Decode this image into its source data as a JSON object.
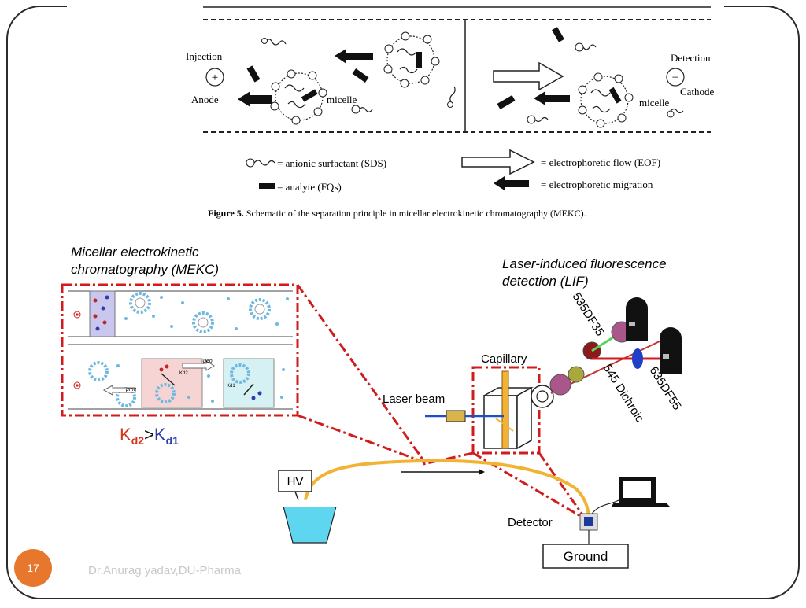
{
  "slide": {
    "page_number": "17",
    "footer_text": "Dr.Anurag yadav,DU-Pharma"
  },
  "figure5": {
    "caption_bold": "Figure 5.",
    "caption_text": " Schematic of the separation principle in micellar electrokinetic chromatography (MEKC).",
    "injection_label": "Injection",
    "anode_label": "Anode",
    "plus_sign": "+",
    "minus_sign": "−",
    "detection_label": "Detection",
    "cathode_label": "Cathode",
    "micelle_label_left": "micelle",
    "micelle_label_right": "micelle",
    "legend": {
      "surfactant": "= anionic surfactant (SDS)",
      "analyte": "= analyte (FQs)",
      "eof": "= electrophoretic flow (EOF)",
      "migration": "= electrophoretic migration"
    }
  },
  "mekc": {
    "title_line1": "Micellar electrokinetic",
    "title_line2": "chromatography (MEKC)",
    "mu_mc": "μmc",
    "mu_eo": "μeo",
    "kd2_small": "Kd2",
    "kd1_small": "Kd1",
    "kd_relation": {
      "kd2_main": "K",
      "kd2_sub": "d2",
      "gt": ">",
      "kd1_main": "K",
      "kd1_sub": "d1"
    }
  },
  "lif": {
    "title_line1": "Laser-induced fluorescence",
    "title_line2": "detection (LIF)",
    "capillary": "Capillary",
    "laser_beam": "Laser beam",
    "filter_535": "535DF35",
    "dichroic_545": "545 Dichroic",
    "filter_635": "635DF55"
  },
  "apparatus": {
    "hv": "HV",
    "detector": "Detector",
    "ground": "Ground"
  },
  "colors": {
    "frame": "#2b2b2b",
    "badge": "#e8772e",
    "dash_red": "#d01c1c",
    "capillary_orange": "#f2b233",
    "buffer_blue": "#5ed6ef",
    "micelle_blue": "#6fb9e0",
    "kd2_color": "#d4341a",
    "kd1_color": "#2e3ba8"
  }
}
